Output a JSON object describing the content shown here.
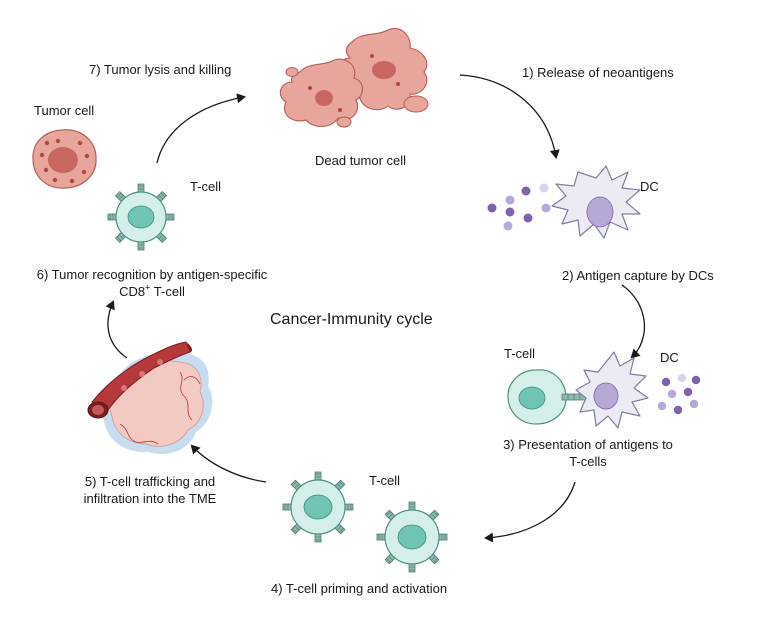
{
  "title": "Cancer-Immunity cycle",
  "steps": {
    "s1": "1) Release of neoantigens",
    "s2": "2) Antigen capture by DCs",
    "s3_line1": "3) Presentation of antigens to",
    "s3_line2": "T-cells",
    "s4": "4) T-cell priming and activation",
    "s5_line1": "5) T-cell trafficking and",
    "s5_line2": "infiltration into the TME",
    "s6_line1": "6) Tumor recognition by antigen-specific",
    "s6_line2_pre": "CD8",
    "s6_line2_sup": "+",
    "s6_line2_post": " T-cell",
    "s7": "7) Tumor lysis and killing"
  },
  "cells": {
    "tumor_cell": "Tumor cell",
    "dead_tumor_cell": "Dead tumor cell",
    "t_cell_top": "T-cell",
    "dc_top": "DC",
    "t_cell_middle": "T-cell",
    "dc_middle": "DC",
    "t_cell_bottom": "T-cell"
  },
  "colors": {
    "tumor_fill": "#e8a59b",
    "tumor_nucleus": "#c7675f",
    "tcell_fill": "#d4efe9",
    "tcell_nucleus": "#6fc4b3",
    "dc_fill": "#ecebf4",
    "dc_nucleus": "#b7a9d6",
    "antigen": "#7e63a8",
    "vessel": "#b5383a",
    "tissue": "#f2c9c3",
    "tme_halo": "#c7dcef"
  }
}
